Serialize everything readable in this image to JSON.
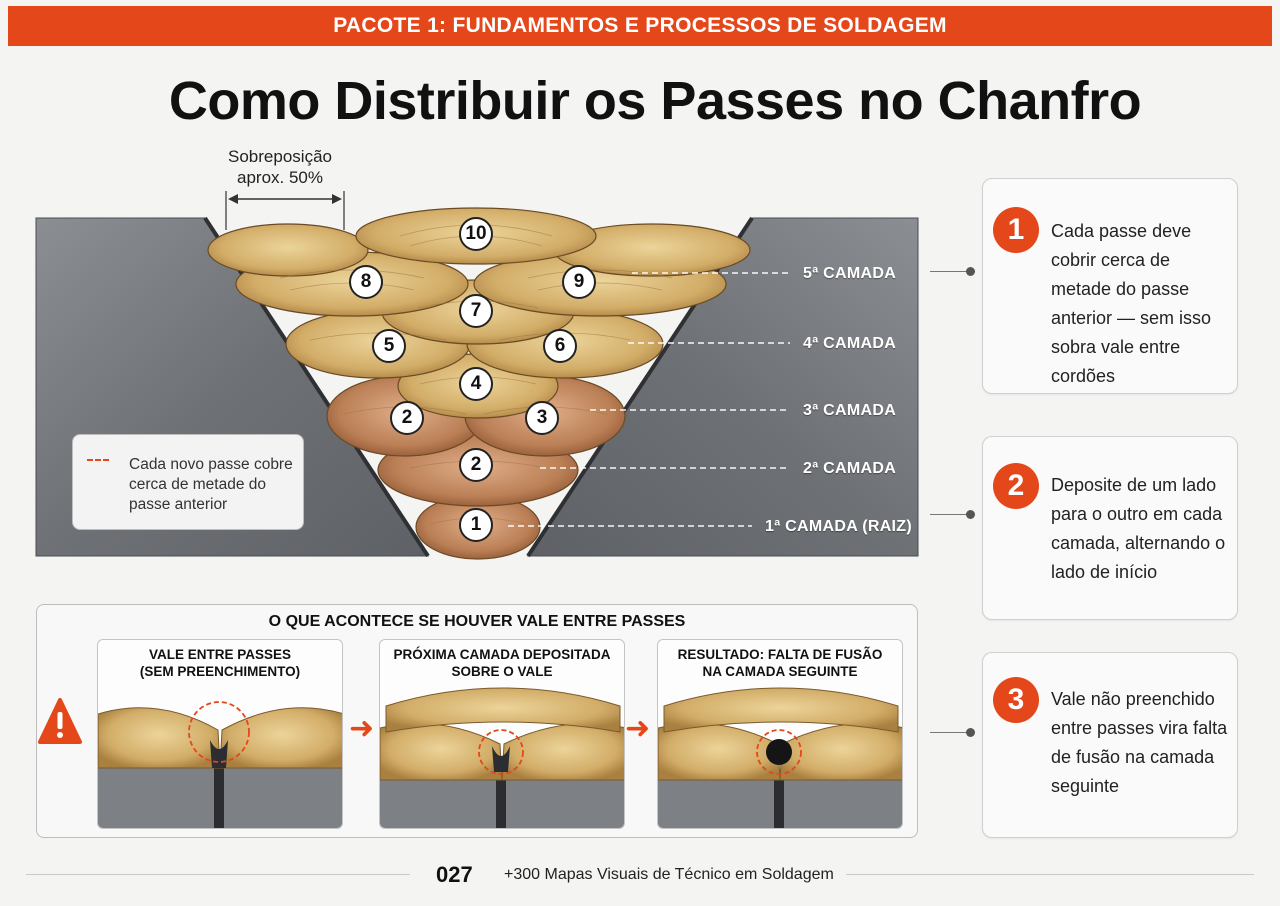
{
  "banner": {
    "text": "PACOTE 1:  FUNDAMENTOS E PROCESSOS DE SOLDAGEM"
  },
  "title": "Como Distribuir os Passes no Chanfro",
  "overlap": {
    "line1": "Sobreposição",
    "line2": "aprox. 50%"
  },
  "layers": [
    "5ª CAMADA",
    "4ª CAMADA",
    "3ª CAMADA",
    "2ª CAMADA",
    "1ª CAMADA (RAIZ)"
  ],
  "beads": [
    "10",
    "8",
    "9",
    "7",
    "5",
    "6",
    "4",
    "2",
    "3",
    "2",
    "1"
  ],
  "note": "Cada novo passe cobre cerca de metade do passe anterior",
  "cards": [
    {
      "num": "1",
      "text": "Cada passe deve cobrir cerca de metade do passe anterior — sem isso sobra vale entre cordões"
    },
    {
      "num": "2",
      "text": "Deposite de um lado para o outro em cada camada, alternando o lado de início"
    },
    {
      "num": "3",
      "text": "Vale não preenchido entre passes vira falta de fusão na camada seguinte"
    }
  ],
  "bottom": {
    "title": "O QUE ACONTECE SE HOUVER VALE ENTRE PASSES",
    "panels": [
      {
        "line1": "VALE ENTRE PASSES",
        "line2": "(SEM PREENCHIMENTO)"
      },
      {
        "line1": "PRÓXIMA CAMADA DEPOSITADA",
        "line2": "SOBRE O VALE"
      },
      {
        "line1": "RESULTADO: FALTA DE FUSÃO",
        "line2": "NA CAMADA SEGUINTE"
      }
    ]
  },
  "footer": {
    "page": "027",
    "text": "+300 Mapas Visuais de Técnico em Soldagem"
  },
  "colors": {
    "accent": "#e4471a",
    "steel": "#7d8084",
    "bead_gold": "#d8b676",
    "bead_copper": "#b87a52"
  }
}
